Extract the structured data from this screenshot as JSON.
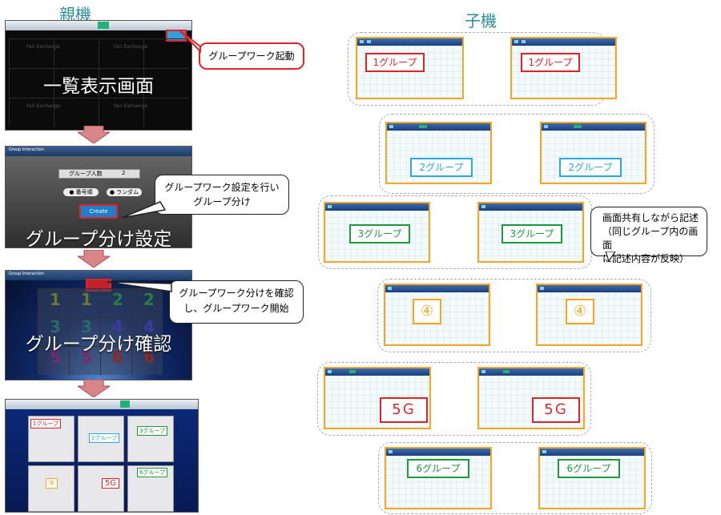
{
  "headings": {
    "parent": "親機",
    "child": "子機"
  },
  "parent_screens": [
    {
      "caption": "一覧表示画面",
      "cell_text": "Fair Exchange"
    },
    {
      "caption": "グループ分け設定",
      "app_name": "Group Interaction",
      "group_count_label": "グループ人数",
      "group_count_value": "2",
      "option_number": "番号順",
      "option_random": "ランダム",
      "create_label": "Create"
    },
    {
      "caption": "グループ分け確認",
      "app_name": "Group Interaction",
      "numbers": [
        "1",
        "1",
        "2",
        "2",
        "3",
        "3",
        "4",
        "4",
        "5",
        "5",
        "6",
        "6"
      ]
    },
    {
      "groups": [
        "1グループ",
        "2グループ",
        "3グループ",
        "④",
        "5G",
        "6グループ"
      ]
    }
  ],
  "callouts": {
    "start": "グループワーク起動",
    "setting": [
      "グループワーク設定を行い",
      "グループ分け"
    ],
    "confirm": [
      "グループワーク分けを確認",
      "し、グループワーク開始"
    ],
    "share": [
      "画面共有しながら記述",
      "（同じグループ内の画面",
      "に記述内容が反映）"
    ]
  },
  "child_groups": [
    {
      "label": "1グループ",
      "color": "#e0222a"
    },
    {
      "label": "2グループ",
      "color": "#2aa8e0"
    },
    {
      "label": "3グループ",
      "color": "#1a9c3c"
    },
    {
      "label": "④",
      "color": "#f5a623"
    },
    {
      "label": "5Ｇ",
      "color": "#e0222a"
    },
    {
      "label": "6グループ",
      "color": "#1a9c3c"
    }
  ],
  "colors": {
    "accent_red": "#e0222a",
    "frame_orange": "#f5a623",
    "heading_teal": "#2e8b9a",
    "arrow": "#c8575e"
  }
}
